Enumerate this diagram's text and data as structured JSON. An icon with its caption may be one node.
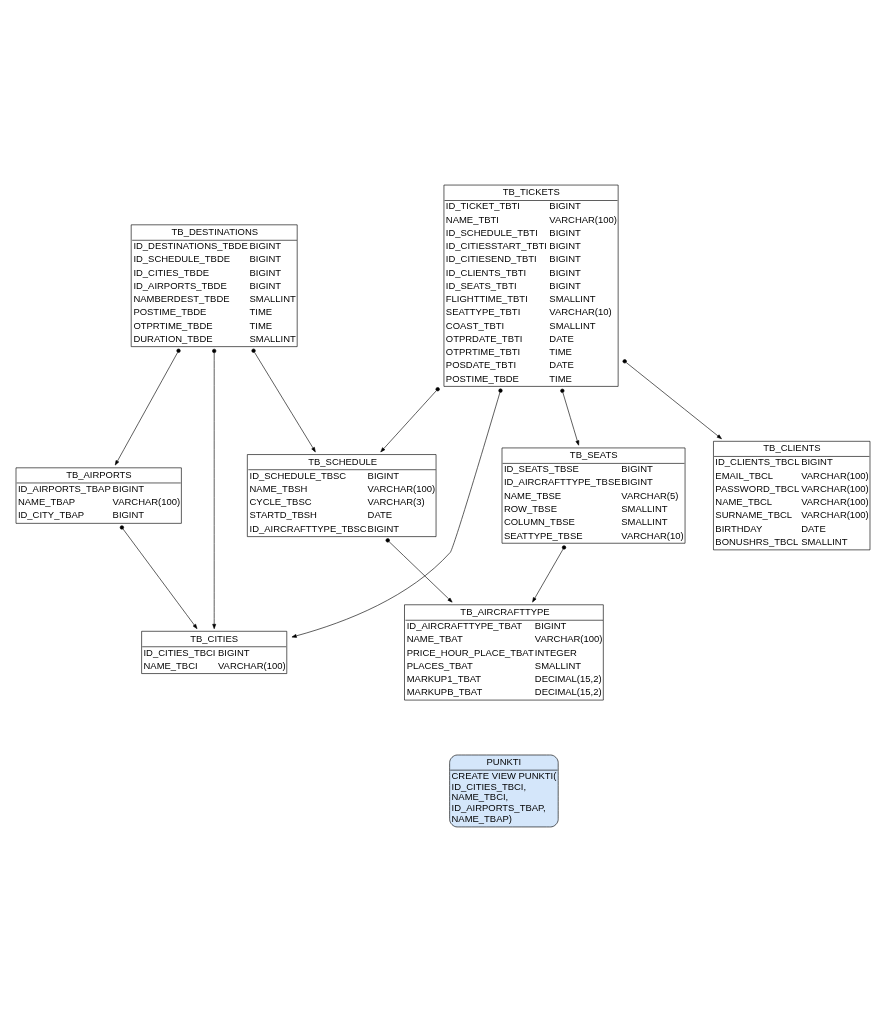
{
  "diagram": {
    "nodes": [
      {
        "text": [
          "TB_DESTINATIONS",
          "ID_DESTINATIONS_TBDE",
          "BIGINT",
          "ID_SCHEDULE_TBDE",
          "BIGINT",
          "ID_CITIES_TBDE",
          "BIGINT",
          "ID_AIRPORTS_TBDE",
          "BIGINT",
          "NAMBERDEST_TBDE",
          "SMALLINT",
          "POSTIME_TBDE",
          "TIME",
          "OTPRTIME_TBDE",
          "TIME",
          "DURATION_TBDE",
          "SMALLINT"
        ]
      },
      {
        "text": [
          "TB_AIRPORTS",
          "ID_AIRPORTS_TBAP",
          "BIGINT",
          "NAME_TBAP",
          "VARCHAR(100)",
          "ID_CITY_TBAP",
          "BIGINT"
        ]
      },
      {
        "text": [
          "TB_CITIES",
          "ID_CITIES_TBCI",
          "BIGINT",
          "NAME_TBCI",
          "VARCHAR(100)"
        ]
      },
      {
        "text": [
          "TB_TICKETS",
          "ID_TICKET_TBTI",
          "BIGINT",
          "NAME_TBTI",
          "VARCHAR(100)",
          "ID_SCHEDULE_TBTI",
          "BIGINT",
          "ID_CITIESSTART_TBTI",
          "BIGINT",
          "ID_CITIESEND_TBTI",
          "BIGINT",
          "ID_CLIENTS_TBTI",
          "BIGINT",
          "ID_SEATS_TBTI",
          "BIGINT",
          "FLIGHTTIME_TBTI",
          "SMALLINT",
          "SEATTYPE_TBTI",
          "VARCHAR(10)",
          "COAST_TBTI",
          "SMALLINT",
          "OTPRDATE_TBTI",
          "DATE",
          "OTPRTIME_TBTI",
          "TIME",
          "POSDATE_TBTI",
          "DATE",
          "POSTIME_TBDE",
          "TIME"
        ]
      },
      {
        "text": [
          "TB_SCHEDULE",
          "ID_SCHEDULE_TBSC",
          "BIGINT",
          "NAME_TBSH",
          "VARCHAR(100)",
          "CYCLE_TBSC",
          "VARCHAR(3)",
          "STARTD_TBSH",
          "DATE",
          "ID_AIRCRAFTTYPE_TBSC",
          "BIGINT"
        ]
      },
      {
        "text": [
          "TB_AIRCRAFTTYPE",
          "ID_AIRCRAFTTYPE_TBAT",
          "BIGINT",
          "NAME_TBAT",
          "VARCHAR(100)",
          "PRICE_HOUR_PLACE_TBAT",
          "INTEGER",
          "PLACES_TBAT",
          "SMALLINT",
          "MARKUP1_TBAT",
          "DECIMAL(15,2)",
          "MARKUPB_TBAT",
          "DECIMAL(15,2)"
        ]
      },
      {
        "text": [
          "TB_SEATS",
          "ID_SEATS_TBSE",
          "BIGINT",
          "ID_AIRCRAFTTYPE_TBSE",
          "BIGINT",
          "NAME_TBSE",
          "VARCHAR(5)",
          "ROW_TBSE",
          "SMALLINT",
          "COLUMN_TBSE",
          "SMALLINT",
          "SEATTYPE_TBSE",
          "VARCHAR(10)"
        ]
      },
      {
        "text": [
          "TB_CLIENTS",
          "ID_CLIENTS_TBCL",
          "BIGINT",
          "EMAIL_TBCL",
          "VARCHAR(100)",
          "PASSWORD_TBCL",
          "VARCHAR(100)",
          "NAME_TBCL",
          "VARCHAR(100)",
          "SURNAME_TBCL",
          "VARCHAR(100)",
          "BIRTHDAY",
          "DATE",
          "BONUSHRS_TBCL",
          "SMALLINT"
        ]
      },
      {
        "text": [
          "PUNKTI",
          "CREATE VIEW PUNKTI( ID_CITIES_TBCI, NAME_TBCI, ID_AIRPORTS_TBAP, NAME_TBAP)"
        ]
      }
    ],
    "edges": [
      {
        "from": 0,
        "to": 1,
        "arrow": "to"
      },
      {
        "from": 0,
        "to": 2,
        "arrow": "to"
      },
      {
        "from": 1,
        "to": 2,
        "arrow": "to"
      },
      {
        "from": 0,
        "to": 4,
        "arrow": "to"
      },
      {
        "from": 3,
        "to": 2,
        "arrow": "to"
      },
      {
        "from": 3,
        "to": 4,
        "arrow": "to"
      },
      {
        "from": 3,
        "to": 6,
        "arrow": "to"
      },
      {
        "from": 3,
        "to": 7,
        "arrow": "to"
      },
      {
        "from": 4,
        "to": 5,
        "arrow": "to"
      },
      {
        "from": 6,
        "to": 5,
        "arrow": "to"
      }
    ]
  }
}
